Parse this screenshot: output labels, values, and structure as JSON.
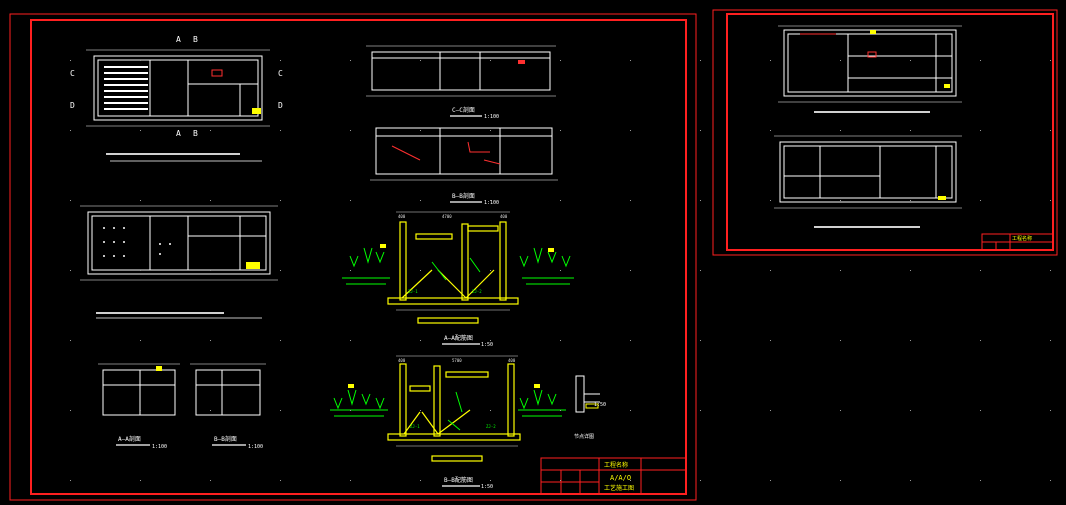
{
  "colors": {
    "background": "#000000",
    "frame": "#ff2020",
    "outline": "#ffffff",
    "rebar": "#ffff00",
    "annotation": "#00ff00",
    "callout": "#ff3030",
    "dim": "#e0e0e0"
  },
  "sheet1": {
    "plan_top": {
      "section_marks": [
        "A",
        "B",
        "C",
        "C",
        "D",
        "D",
        "A",
        "B"
      ]
    },
    "sections": {
      "cc": {
        "label": "C—C剖面",
        "scale": "1:100"
      },
      "bb": {
        "label": "B—B剖面",
        "scale": "1:100"
      },
      "aa_small": {
        "label": "A—A剖面",
        "scale": "1:100"
      },
      "bb_small": {
        "label": "B—B剖面",
        "scale": "1:100"
      },
      "aa_rebar": {
        "label": "A—A配筋图",
        "scale": "1:50"
      },
      "bb_rebar": {
        "label": "B—B配筋图",
        "scale": "1:50"
      },
      "detail": {
        "label": "节点详图",
        "scale": "1:50"
      }
    },
    "dimensions": [
      "400",
      "4700",
      "400",
      "400",
      "5700",
      "400"
    ],
    "rebar_tags": [
      "ZJ-1",
      "ZJ-2",
      "ZJ-1",
      "ZJ-2"
    ],
    "title_block": {
      "line1": "工程名称",
      "line2": "A/A/O",
      "line3": "工艺施工图"
    }
  },
  "sheet2": {
    "title_block": {
      "line1": "工程名称"
    }
  }
}
